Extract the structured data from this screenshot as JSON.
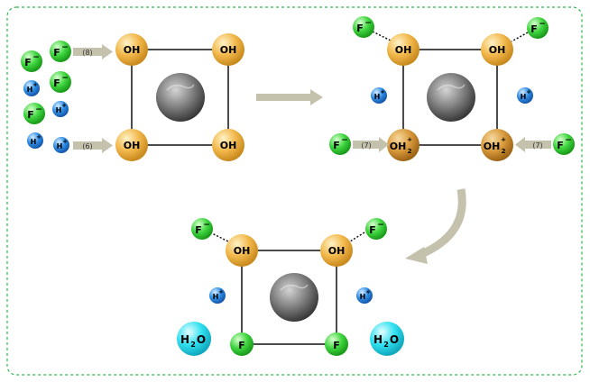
{
  "labels": {
    "oh": "OH",
    "oh2_base": "OH",
    "oh2_sub": "2",
    "oh2_sup": "+",
    "f": "F",
    "f_ion_base": "F",
    "f_ion_sup": "−",
    "h_ion_base": "H",
    "h_ion_sup": "+",
    "water_base": "H",
    "water_sub": "2",
    "water_tail": "O",
    "arrow_top": "(8)",
    "arrow_bottom": "(6)",
    "arrow_left2": "(7)",
    "arrow_right2": "(7)"
  },
  "colors": {
    "hydroxyl": "#f2b84b",
    "protonated": "#d99a3c",
    "fluoride": "#3fd63f",
    "proton": "#2f8fe8",
    "water": "#2fe0f0",
    "border": "#2db84a",
    "arrow": "#c4c1ad",
    "core": "#6e6e6e"
  }
}
